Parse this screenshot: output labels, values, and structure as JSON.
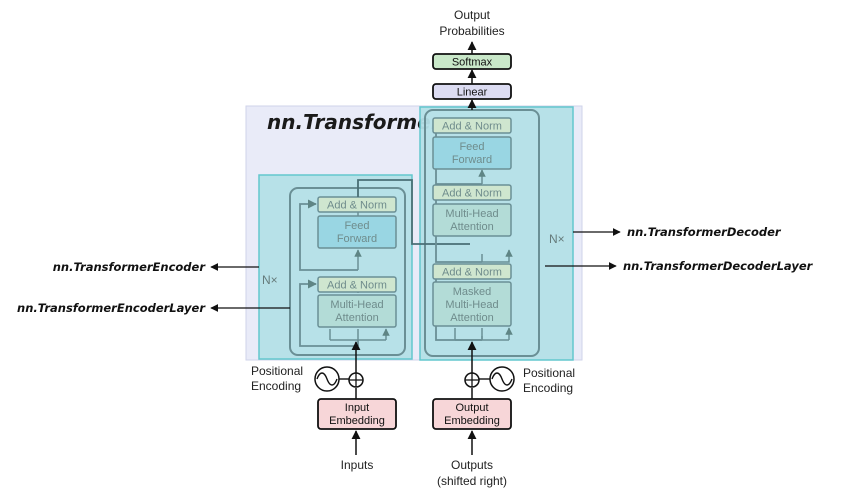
{
  "title": "nn.Transformer",
  "output_label": [
    "Output",
    "Probabilities"
  ],
  "softmax": "Softmax",
  "linear": "Linear",
  "encoder": {
    "add_norm": "Add & Norm",
    "feed_forward": [
      "Feed",
      "Forward"
    ],
    "attention": [
      "Multi-Head",
      "Attention"
    ],
    "nx": "N×",
    "positional": [
      "Positional",
      "Encoding"
    ],
    "embedding": [
      "Input",
      "Embedding"
    ],
    "input_label": "Inputs"
  },
  "decoder": {
    "add_norm": "Add & Norm",
    "feed_forward": [
      "Feed",
      "Forward"
    ],
    "attention": [
      "Multi-Head",
      "Attention"
    ],
    "masked_attention": [
      "Masked",
      "Multi-Head",
      "Attention"
    ],
    "nx": "N×",
    "positional": [
      "Positional",
      "Encoding"
    ],
    "embedding": [
      "Output",
      "Embedding"
    ],
    "output_label": [
      "Outputs",
      "(shifted right)"
    ]
  },
  "side_labels": {
    "encoder": "nn.TransformerEncoder",
    "encoder_layer": "nn.TransformerEncoderLayer",
    "decoder": "nn.TransformerDecoder",
    "decoder_layer": "nn.TransformerDecoderLayer"
  },
  "colors": {
    "outer_bg": "#e9ebf8",
    "teal_panel": "#b5e1e8",
    "add_norm": "#cfe6cf",
    "feed_forward": "#99d6e3",
    "attention": "#b3dcd7",
    "softmax": "#c9e8c9",
    "linear": "#dcdcf2",
    "embedding": "#f7d6d8"
  }
}
